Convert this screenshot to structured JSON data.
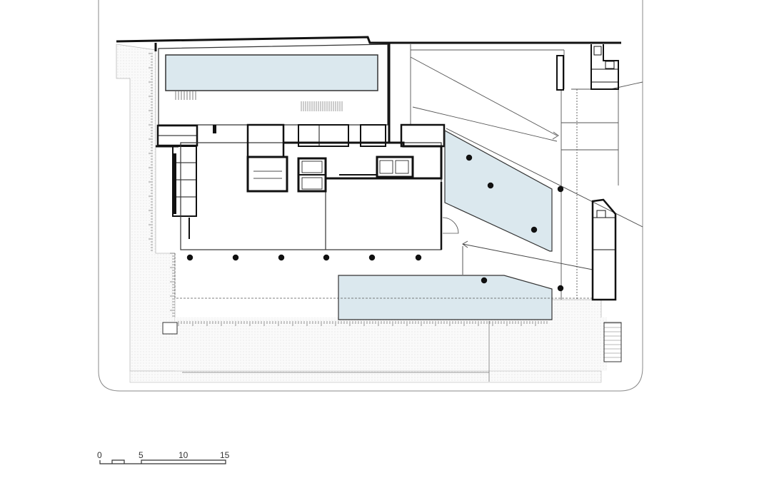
{
  "scale_bar": {
    "labels": [
      "0",
      "5",
      "10",
      "15"
    ]
  },
  "colors": {
    "water": "#dbe8ee",
    "wall": "#111111",
    "line": "#444444",
    "paving": "#f2f2f2",
    "background": "#ffffff"
  }
}
